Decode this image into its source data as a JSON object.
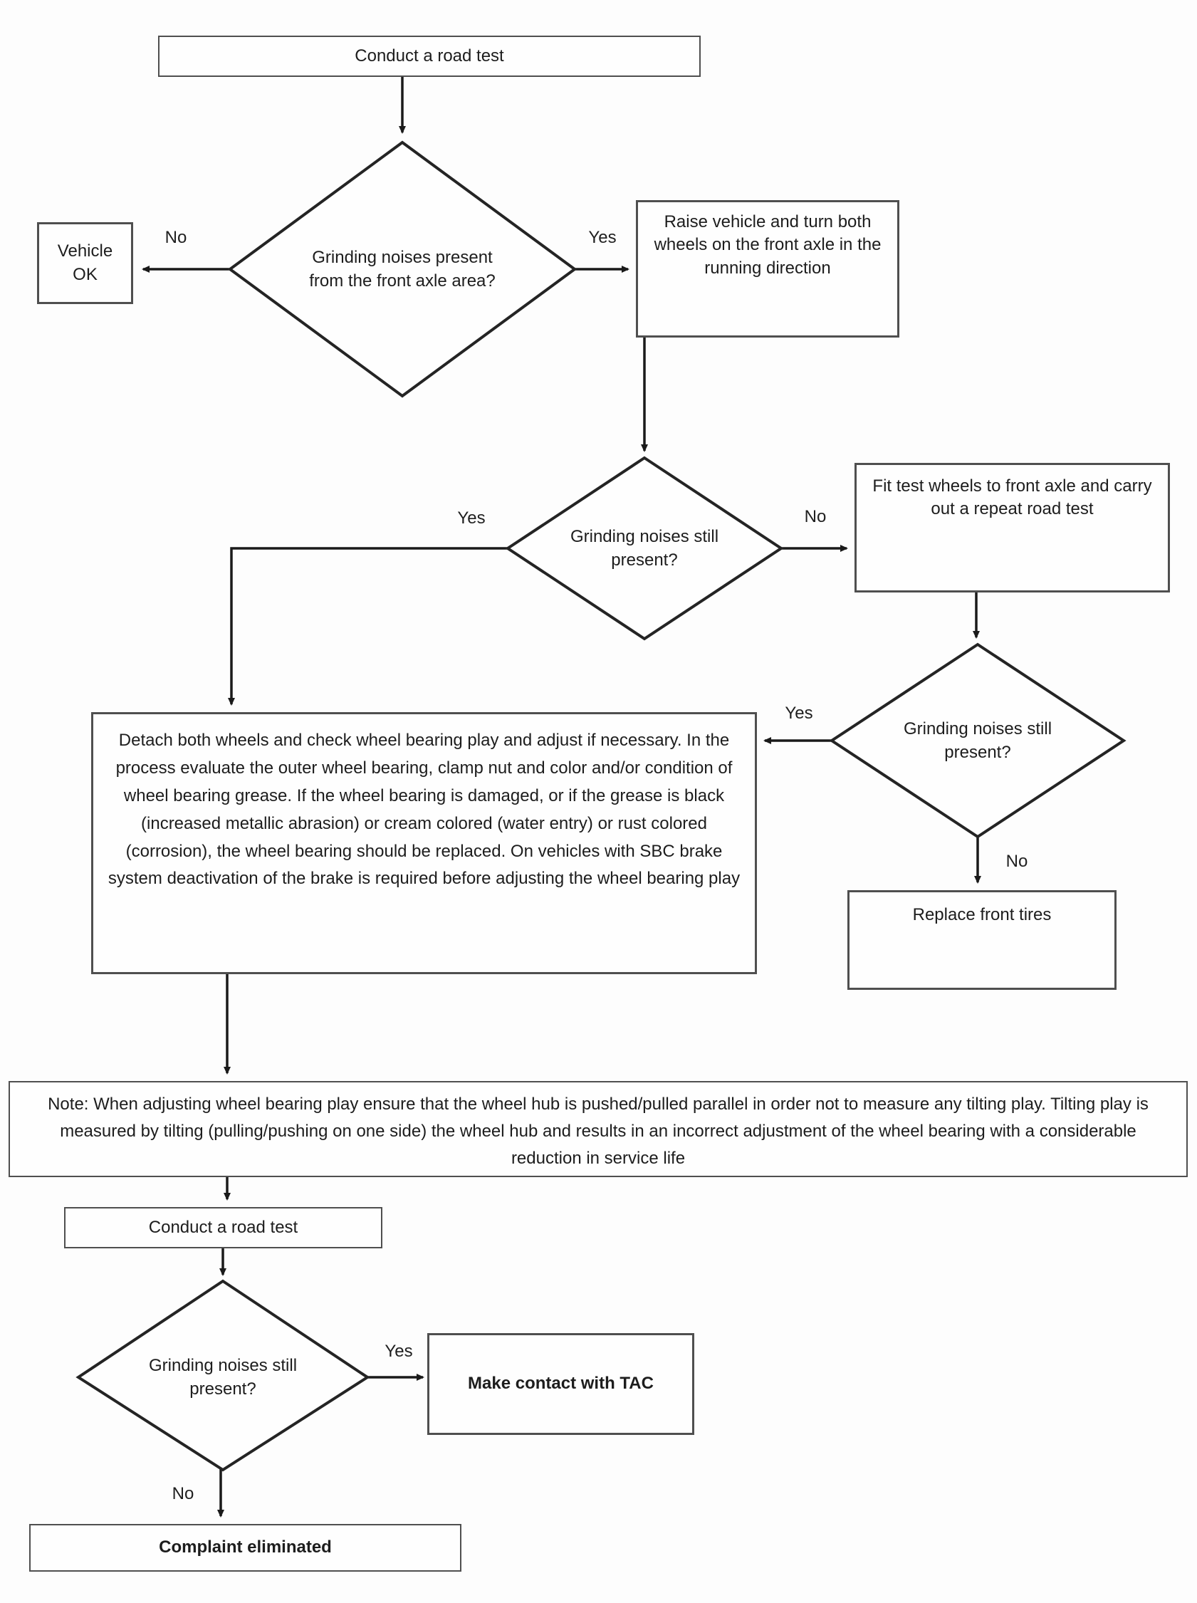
{
  "colors": {
    "ink": "#1f1f1f",
    "box_border": "#4f4f4f",
    "diamond_stroke": "#242424",
    "background": "#fdfdfd"
  },
  "nodes": {
    "road_test_1": "Conduct a road test",
    "decision_1": "Grinding noises present from the front axle area?",
    "vehicle_ok": "Vehicle OK",
    "raise_vehicle": "Raise vehicle and turn both wheels on the front axle in the running direction",
    "decision_2": "Grinding noises still present?",
    "fit_test_wheels": "Fit test wheels to front axle and carry out a repeat road test",
    "decision_3": "Grinding noises still present?",
    "detach_wheels": "Detach both wheels and check wheel bearing play and adjust if necessary. In the process evaluate the outer wheel bearing, clamp nut and color and/or condition of wheel bearing grease. If the wheel bearing is damaged, or if the grease is black (increased metallic abrasion) or cream colored (water entry) or rust colored (corrosion), the wheel bearing should be replaced. On vehicles with SBC brake system deactivation of the brake is required before adjusting the wheel bearing play",
    "replace_tires": "Replace front tires",
    "note": "Note: When adjusting wheel bearing play ensure that the wheel hub is pushed/pulled parallel in order not to measure any tilting play. Tilting play is measured by tilting (pulling/pushing on one side) the wheel hub and results in an incorrect adjustment of the wheel bearing with a considerable reduction in service life",
    "road_test_2": "Conduct a road test",
    "decision_4": "Grinding noises still present?",
    "contact_tac": "Make contact with TAC",
    "complaint_eliminated": "Complaint eliminated"
  },
  "edges": {
    "d1_no": "No",
    "d1_yes": "Yes",
    "d2_yes": "Yes",
    "d2_no": "No",
    "d3_yes": "Yes",
    "d3_no": "No",
    "d4_yes": "Yes",
    "d4_no": "No"
  }
}
